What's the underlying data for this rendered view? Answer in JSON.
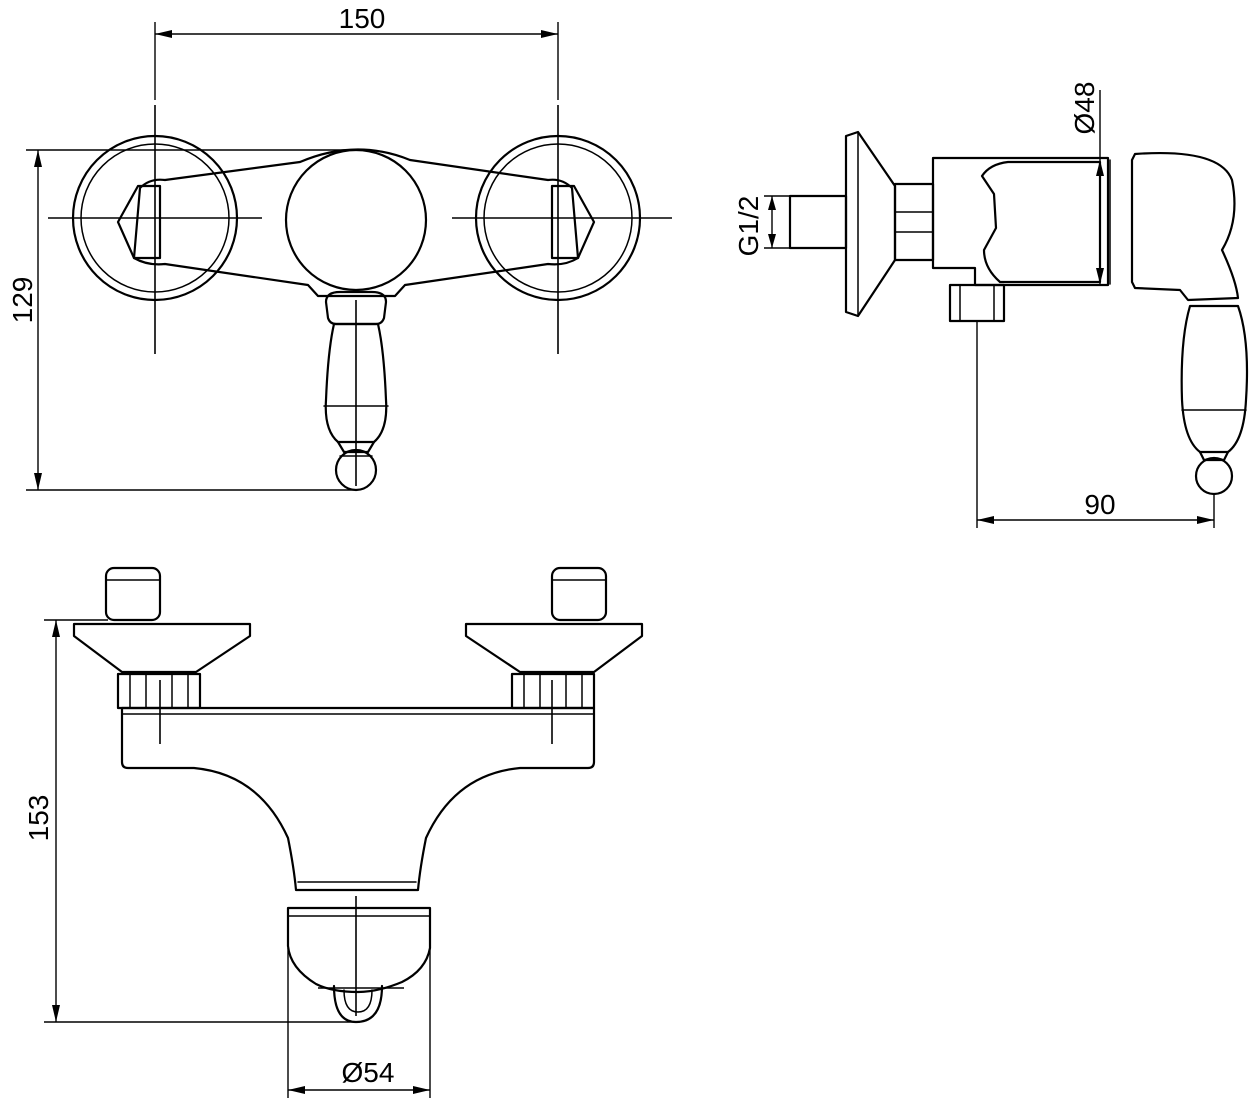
{
  "dimensions": {
    "front_width": "150",
    "front_height": "129",
    "side_thread": "G1/2",
    "side_body_diameter": "Ø48",
    "side_depth": "90",
    "bottom_height": "153",
    "bottom_diameter": "Ø54"
  },
  "colors": {
    "line": "#000000",
    "background": "#ffffff"
  }
}
